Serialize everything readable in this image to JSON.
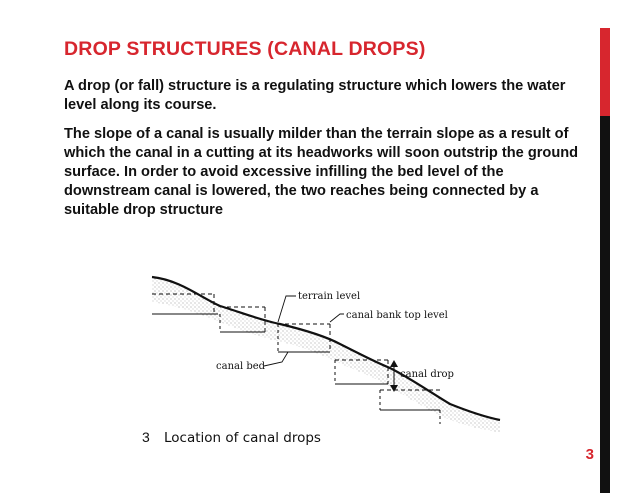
{
  "slide": {
    "title": "DROP STRUCTURES (CANAL DROPS)",
    "paragraphs": [
      "A drop (or fall) structure is a regulating structure which lowers the water level along its course.",
      "The slope of a canal is usually milder than the terrain slope as a result of which the canal in a cutting at its headworks will soon outstrip the ground surface. In order to avoid excessive infilling the bed level of the downstream canal is lowered, the two reaches being connected by a suitable drop structure"
    ],
    "page_number": "3",
    "accent_color": "#d7262e"
  },
  "figure": {
    "labels": {
      "terrain_level": "terrain level",
      "canal_bank_top_level": "canal bank top level",
      "canal_bed": "canal bed",
      "canal_drop": "canal drop"
    },
    "caption_number": "3",
    "caption": "Location of canal drops"
  }
}
